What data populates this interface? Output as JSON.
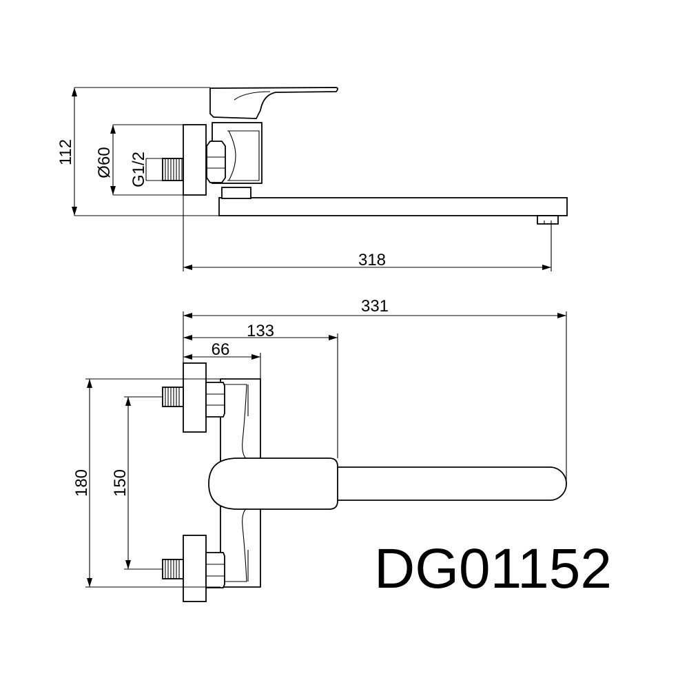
{
  "model_code": "DG01152",
  "side_view": {
    "height_label": "112",
    "flange_diameter_label": "Ø60",
    "thread_label": "G1/2",
    "spout_reach_label": "318"
  },
  "top_view": {
    "overall_length_label": "331",
    "handle_length_label": "133",
    "body_depth_label": "66",
    "overall_width_label": "180",
    "inlet_spacing_label": "150"
  },
  "colors": {
    "line": "#000000",
    "background": "#ffffff"
  }
}
